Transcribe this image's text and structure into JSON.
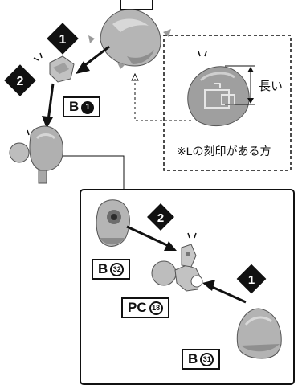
{
  "step_markers": {
    "top_1": "1",
    "top_2": "2",
    "detail_1": "1",
    "detail_2": "2"
  },
  "part_labels": {
    "b1": {
      "letter": "B",
      "number": "1"
    },
    "b32": {
      "letter": "B",
      "number": "32"
    },
    "pc18": {
      "letter": "PC",
      "number": "18"
    },
    "b31": {
      "letter": "B",
      "number": "31"
    }
  },
  "callout": {
    "long_label": "長い",
    "l_mark_note": "※Lの刻印がある方"
  },
  "colors": {
    "part_fill": "#bdbdbd",
    "part_shadow": "#8e8e8e",
    "marker_fill": "#111111",
    "line": "#111111"
  }
}
